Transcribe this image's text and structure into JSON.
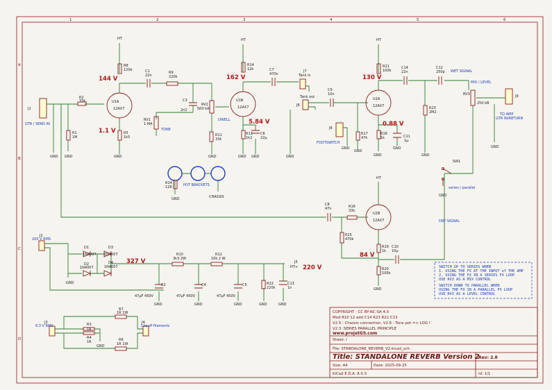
{
  "frame": {
    "cols": [
      "1",
      "2",
      "3",
      "4",
      "5",
      "6"
    ],
    "rows": [
      "A",
      "B",
      "C",
      "D"
    ]
  },
  "rails": {
    "ht": "HT",
    "gnd": "GND",
    "chassis": "CHASSIS"
  },
  "voltages": {
    "v1a_plate": "144 V",
    "v1a_cathode": "1.1 V",
    "v1b_plate": "162 V",
    "v1b_cathode": "5.84 V",
    "v2a_plate": "130 V",
    "v2a_cathode": "0.88 V",
    "v2b_plate": "84 V",
    "psu_327": "327 V",
    "psu_220": "220 V"
  },
  "components": {
    "J1": "J1",
    "J1_label": "GTR / SEND IN",
    "R1": "R1",
    "R1v": "1M",
    "R2": "R2",
    "R2v": "33k",
    "U1A": "U1A",
    "U1Av": "12AX7",
    "R8": "R8",
    "R8v": "120k",
    "R5": "R5",
    "R5v": "1k5",
    "C1": "C1",
    "C1v": "22n",
    "R9": "R9",
    "R9v": "220k",
    "C3": "C3",
    "C3v": "2n2",
    "RV1": "RV1",
    "RV1v": "1 MA",
    "TONE": "TONE",
    "RV2": "RV2",
    "RV2v": "500 kA",
    "DWELL": "DWELL",
    "R11": "R11",
    "R11v": "33k",
    "U1B": "U1B",
    "U1Bv": "12AX7",
    "R14": "R14",
    "R14v": "12k",
    "R13": "R13",
    "R13v": "1k2",
    "C6": "C6",
    "C6v": "22µ",
    "C7": "C7",
    "C7v": "470n",
    "J7": "J7",
    "J7l": "Tank in",
    "J6": "J6",
    "J6l": "Tank out",
    "J8": "J8",
    "J8l": "FOOTSWITCH",
    "C9": "C9",
    "C9v": "10n",
    "R17": "R17",
    "R17v": "47k",
    "U2A": "U2A",
    "U2Av": "12AX7",
    "R21": "R21",
    "R21v": "100k",
    "R18": "R18",
    "R18v": "1k",
    "C11": "C11",
    "C11v": "1µ",
    "C14": "C14",
    "C14v": "22n",
    "C12": "C12",
    "C12v": "250p",
    "WET": "WET SIGNAL",
    "R23": "R23",
    "R23v": "2M2",
    "RV3": "RV3",
    "RV3v": "250 kB",
    "MIX": "MIX / LEVEL",
    "J9": "J9",
    "J9l1": "TO AMP",
    "J9l2": "GTR IN/RETURN",
    "SW1": "SW1",
    "SW1l": "series / parallel",
    "R24": "R24",
    "R24v": "12R",
    "POT": "POT BRACKETS",
    "C8": "C8",
    "C8v": "47n",
    "R16": "R16",
    "R16v": "33k",
    "U2B": "U2B",
    "U2Bv": "12AX7",
    "R15": "R15",
    "R15v": "470k",
    "R19": "R19",
    "R19v": "1k",
    "C10": "C10",
    "C10v": "10µ",
    "R20": "R20",
    "R20v": "100k",
    "DRY": "DRY SIGNAL",
    "J2": "J2",
    "J2l": "200 V RMS",
    "D1": "D1",
    "D2": "D2",
    "D3": "D3",
    "D4": "D4",
    "Dv": "1N4007",
    "R10": "R10",
    "R10v": "3k3 2W",
    "R12": "R12",
    "R12v": "10k 2 W",
    "C2": "C2",
    "C2v": "47µF 450V",
    "C4": "C4",
    "C4v": "47µF 450V",
    "C5": "C5",
    "C5v": "47µF 450V",
    "R22": "R22",
    "R22v": "220k",
    "C13": "C13",
    "C13v": "1n",
    "J5": "J5",
    "J5l": "HT+",
    "J3": "J3",
    "J3l": "6.3 V RMS",
    "R3": "R3",
    "R3v": "1R",
    "R4": "R4",
    "R4v": "1R",
    "R6": "R6",
    "R6v": "1R 1W",
    "R7": "R7",
    "R7v": "1R  1W",
    "J4": "J4",
    "J4l": "Chauff filaments"
  },
  "note": [
    "SWITCH UP TO SERIES WHEN",
    "1. USING THE FX AT THE INPUT of THE AMP",
    "2. USING THE FX IN A SERIES FX LOOP",
    "USE RV3 AS A MIX CONTROL",
    "",
    "SWITCH DOWN TO PARALLEL WHEN",
    "USING THE FX IN A PARALLEL FX LOOP",
    "USE RV3 AS A LEVEL CONTROL"
  ],
  "titleblock": {
    "copyright": "COPYRIGHT :     CC BY-NC-SA 4.0",
    "mod": "Mod R10 12   add C14 R23   R22 C13",
    "v25": "V2.5 : Chassis connection,   V2.6 :  Tone pot => LOG !",
    "v23": "V2.3 :SERIES PARALLEL PRINCIPLE",
    "site": "www.projetG5.com",
    "sheet": "Sheet: /",
    "file": "File: STANDALONE_REVERB_V2.kicad_sch",
    "title": "Title: STANDALONE  REVERB Version 2",
    "size": "Size: A4",
    "date": "Date: 2025-09-25",
    "rev": "Rev: 2.8",
    "kicad": "KiCad E.D.A. 8.0.3",
    "id": "Id: 1/1"
  }
}
